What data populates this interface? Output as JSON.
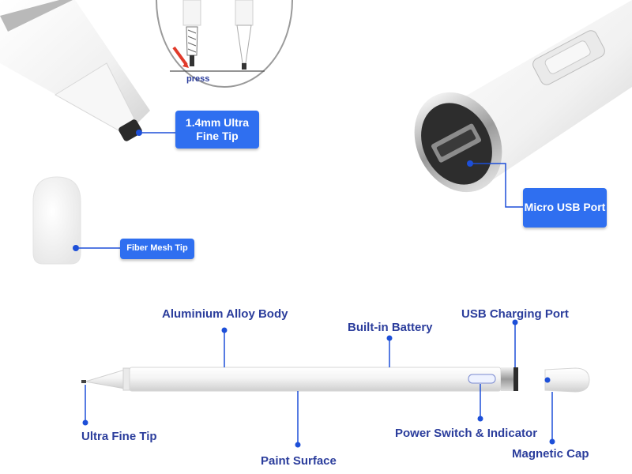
{
  "callouts": {
    "fine_tip": "1.4mm Ultra Fine Tip",
    "micro_usb": "Micro USB Port",
    "fiber_mesh": "Fiber Mesh Tip",
    "press": "press"
  },
  "parts": {
    "body": "Aluminium Alloy Body",
    "battery": "Built-in Battery",
    "usb_port": "USB Charging Port",
    "tip": "Ultra Fine Tip",
    "paint": "Paint Surface",
    "power": "Power Switch & Indicator",
    "cap": "Magnetic Cap"
  },
  "colors": {
    "badge": "#2f6ff0",
    "label": "#2b3d9c",
    "marker": "#1d4fd8"
  }
}
